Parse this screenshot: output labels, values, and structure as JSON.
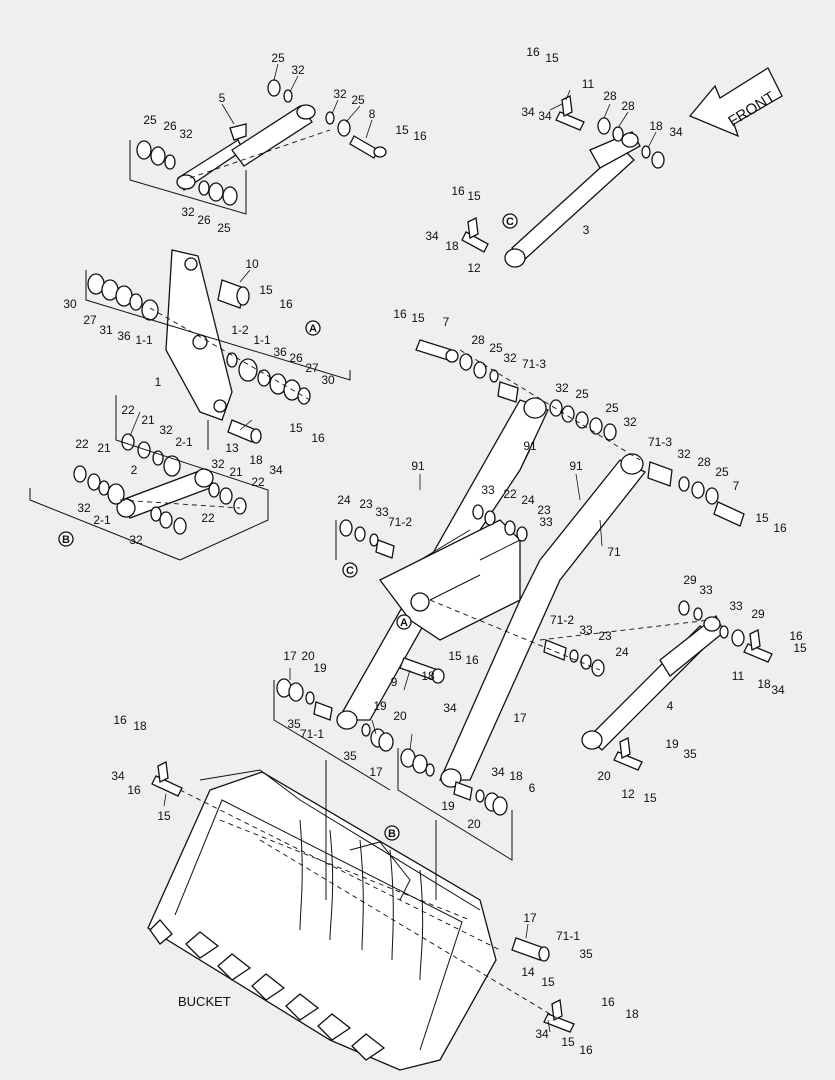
{
  "front_label": "FRONT",
  "bucket_label": "BUCKET",
  "ref_markers": [
    {
      "id": "ref-a-top",
      "text": "A"
    },
    {
      "id": "ref-b-left",
      "text": "B"
    },
    {
      "id": "ref-c-top",
      "text": "C"
    },
    {
      "id": "ref-c-mid",
      "text": "C"
    },
    {
      "id": "ref-a-mid",
      "text": "A"
    },
    {
      "id": "ref-b-bucket",
      "text": "B"
    }
  ],
  "callouts": [
    "25",
    "32",
    "5",
    "32",
    "25",
    "8",
    "15",
    "16",
    "25",
    "26",
    "32",
    "32",
    "26",
    "25",
    "16",
    "15",
    "11",
    "28",
    "34",
    "34",
    "18",
    "34",
    "28",
    "16",
    "15",
    "34",
    "18",
    "12",
    "3",
    "10",
    "15",
    "16",
    "30",
    "27",
    "31",
    "36",
    "1-1",
    "1-2",
    "1-1",
    "36",
    "26",
    "27",
    "30",
    "1",
    "22",
    "21",
    "32",
    "2-1",
    "13",
    "15",
    "16",
    "18",
    "34",
    "22",
    "21",
    "2",
    "32",
    "21",
    "22",
    "32",
    "2-1",
    "32",
    "22",
    "16",
    "15",
    "7",
    "28",
    "25",
    "32",
    "71-3",
    "32",
    "25",
    "25",
    "32",
    "91",
    "91",
    "91",
    "33",
    "22",
    "24",
    "23",
    "33",
    "71-3",
    "32",
    "28",
    "25",
    "7",
    "15",
    "16",
    "71",
    "24",
    "23",
    "33",
    "71-2",
    "29",
    "33",
    "33",
    "29",
    "16",
    "15",
    "11",
    "18",
    "34",
    "4",
    "17",
    "20",
    "19",
    "9",
    "15",
    "16",
    "18",
    "34",
    "35",
    "71-1",
    "19",
    "20",
    "35",
    "17",
    "71-2",
    "33",
    "23",
    "24",
    "17",
    "20",
    "19",
    "35",
    "12",
    "15",
    "16",
    "18",
    "34",
    "16",
    "15",
    "34",
    "18",
    "6",
    "19",
    "20",
    "17",
    "71-1",
    "35",
    "14",
    "15",
    "16",
    "18",
    "34",
    "15",
    "16",
    "6",
    "18",
    "34"
  ]
}
